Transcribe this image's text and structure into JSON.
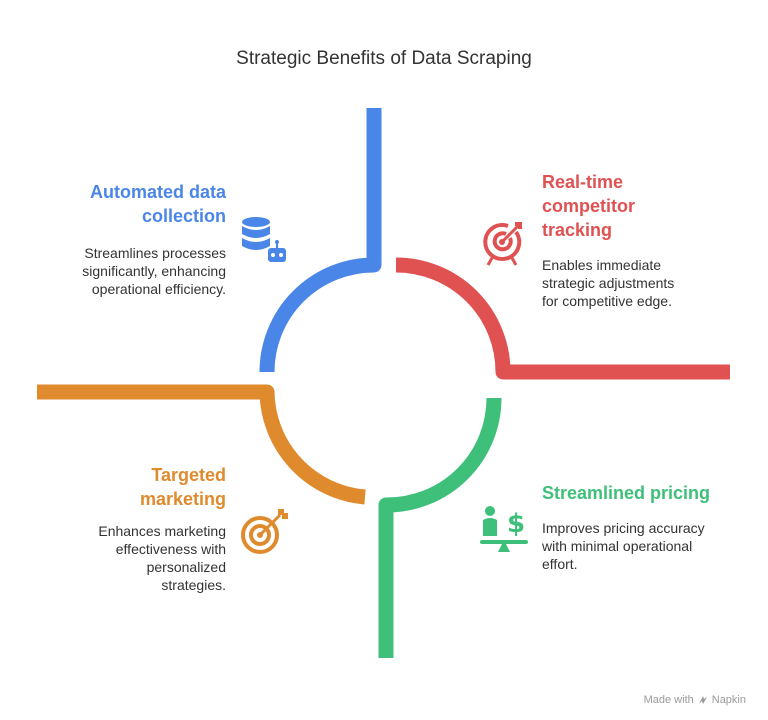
{
  "title": "Strategic Benefits of Data Scraping",
  "colors": {
    "blue": "#4a86e8",
    "red": "#e05252",
    "orange": "#e08a2e",
    "green": "#3ec07a"
  },
  "quadrants": {
    "automated": {
      "heading": "Automated data collection",
      "heading_line1": "Automated data",
      "heading_line2": "collection",
      "desc_line1": "Streamlines processes",
      "desc_line2": "significantly, enhancing",
      "desc_line3": "operational efficiency.",
      "icon": "database-robot-icon"
    },
    "realtime": {
      "heading_line1": "Real-time",
      "heading_line2": "competitor",
      "heading_line3": "tracking",
      "desc_line1": "Enables immediate",
      "desc_line2": "strategic adjustments",
      "desc_line3": "for competitive edge.",
      "icon": "target-arrow-icon"
    },
    "targeted": {
      "heading_line1": "Targeted",
      "heading_line2": "marketing",
      "desc_line1": "Enhances marketing",
      "desc_line2": "effectiveness with",
      "desc_line3": "personalized",
      "desc_line4": "strategies.",
      "icon": "bullseye-icon"
    },
    "pricing": {
      "heading_line1": "Streamlined pricing",
      "desc_line1": "Improves pricing accuracy",
      "desc_line2": "with minimal operational",
      "desc_line3": "effort.",
      "icon": "person-dollar-scale-icon"
    }
  },
  "footer": {
    "made_with": "Made with",
    "brand": "Napkin"
  }
}
